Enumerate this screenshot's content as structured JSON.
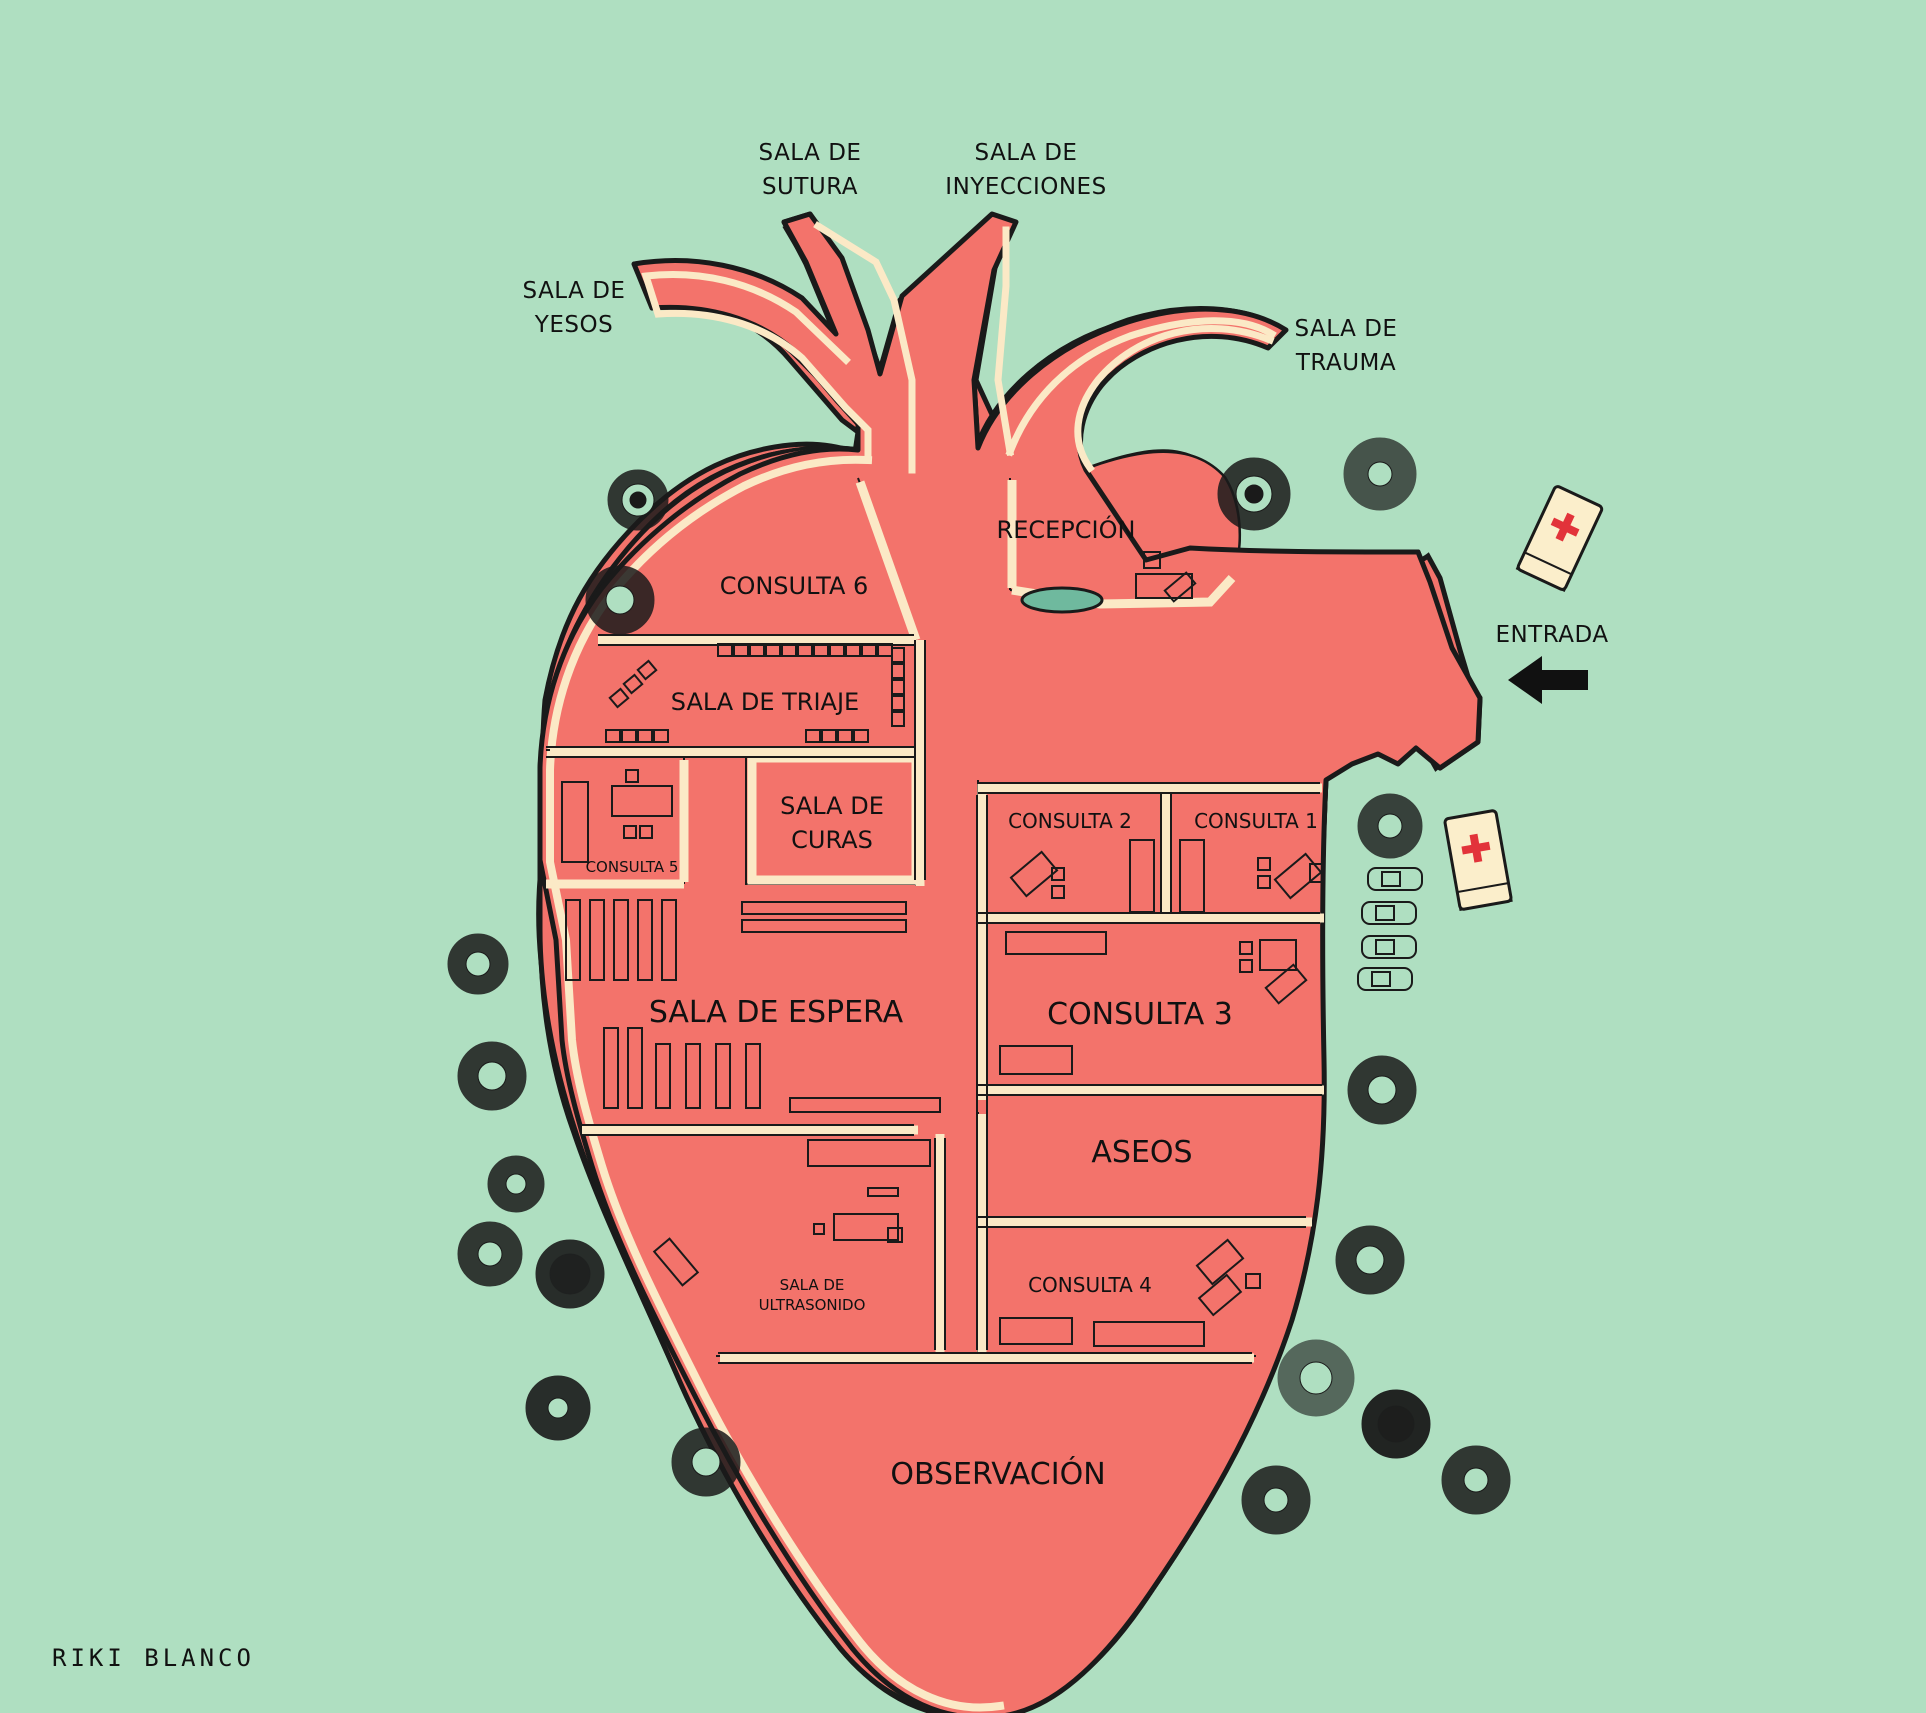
{
  "colors": {
    "background": "#afdfc1",
    "heart_fill": "#f3736b",
    "wall": "#fbe9c6",
    "outline": "#1a1a1a",
    "pond": "#6fb99e",
    "ambulance": "#fbeecb",
    "cross": "#e2333a"
  },
  "exterior_labels": {
    "sutura": [
      "SALA DE",
      "SUTURA"
    ],
    "inyecciones": [
      "SALA DE",
      "INYECCIONES"
    ],
    "yesos": [
      "SALA DE",
      "YESOS"
    ],
    "trauma": [
      "SALA DE",
      "TRAUMA"
    ],
    "entrada": "ENTRADA"
  },
  "rooms": {
    "recepcion": "RECEPCIÓN",
    "consulta6": "CONSULTA 6",
    "triaje": "SALA  DE TRIAJE",
    "curas": [
      "SALA DE",
      "CURAS"
    ],
    "consulta5": "CONSULTA 5",
    "consulta2": "CONSULTA 2",
    "consulta1": "CONSULTA 1",
    "espera": "SALA DE ESPERA",
    "consulta3": "CONSULTA 3",
    "aseos": "ASEOS",
    "ultrasonido": [
      "SALA DE",
      "ULTRASONIDO"
    ],
    "consulta4": "CONSULTA 4",
    "observacion": "OBSERVACIÓN"
  },
  "signature": "RIKI BLANCO",
  "icons": {
    "entrance_arrow": "left-arrow-icon",
    "ambulance": "ambulance-icon",
    "tree": "tree-icon",
    "car": "car-icon"
  }
}
